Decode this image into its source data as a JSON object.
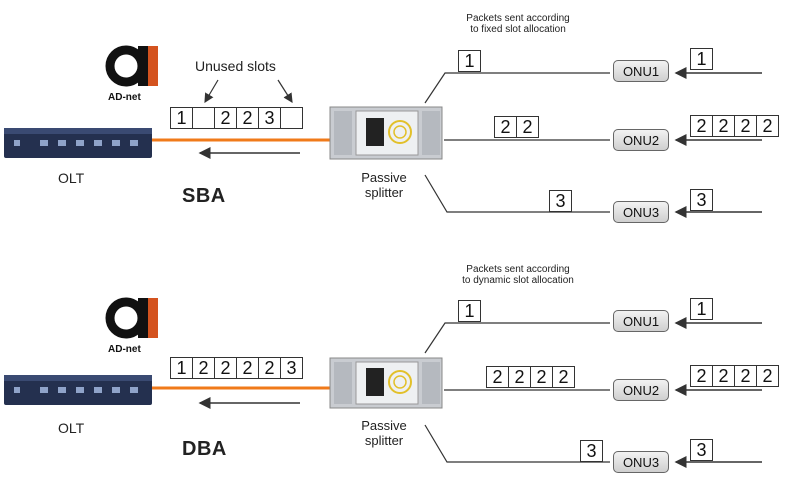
{
  "logo": {
    "brand": "AD-net",
    "mark": "a",
    "sub": "net"
  },
  "olt_label": "OLT",
  "splitter_label": [
    "Passive",
    "splitter"
  ],
  "sba": {
    "caption": [
      "Packets sent according",
      "to fixed slot allocation"
    ],
    "title": "SBA",
    "unused_label": "Unused slots",
    "trunk_slots": [
      "1",
      "",
      "2",
      "2",
      "3",
      ""
    ],
    "onus": [
      {
        "name": "ONU1",
        "in": [
          "1"
        ],
        "out": [
          "1"
        ]
      },
      {
        "name": "ONU2",
        "in": [
          "2",
          "2",
          "2",
          "2"
        ],
        "out": [
          "2",
          "2"
        ]
      },
      {
        "name": "ONU3",
        "in": [
          "3"
        ],
        "out": [
          "3"
        ]
      }
    ]
  },
  "dba": {
    "caption": [
      "Packets sent according",
      "to dynamic slot allocation"
    ],
    "title": "DBA",
    "trunk_slots": [
      "1",
      "2",
      "2",
      "2",
      "2",
      "3"
    ],
    "onus": [
      {
        "name": "ONU1",
        "in": [
          "1"
        ],
        "out": [
          "1"
        ]
      },
      {
        "name": "ONU2",
        "in": [
          "2",
          "2",
          "2",
          "2"
        ],
        "out": [
          "2",
          "2",
          "2",
          "2"
        ]
      },
      {
        "name": "ONU3",
        "in": [
          "3"
        ],
        "out": [
          "3"
        ]
      }
    ]
  },
  "colors": {
    "fiber": "#f07a1a",
    "olt": "#24304f",
    "arrow": "#333333"
  }
}
